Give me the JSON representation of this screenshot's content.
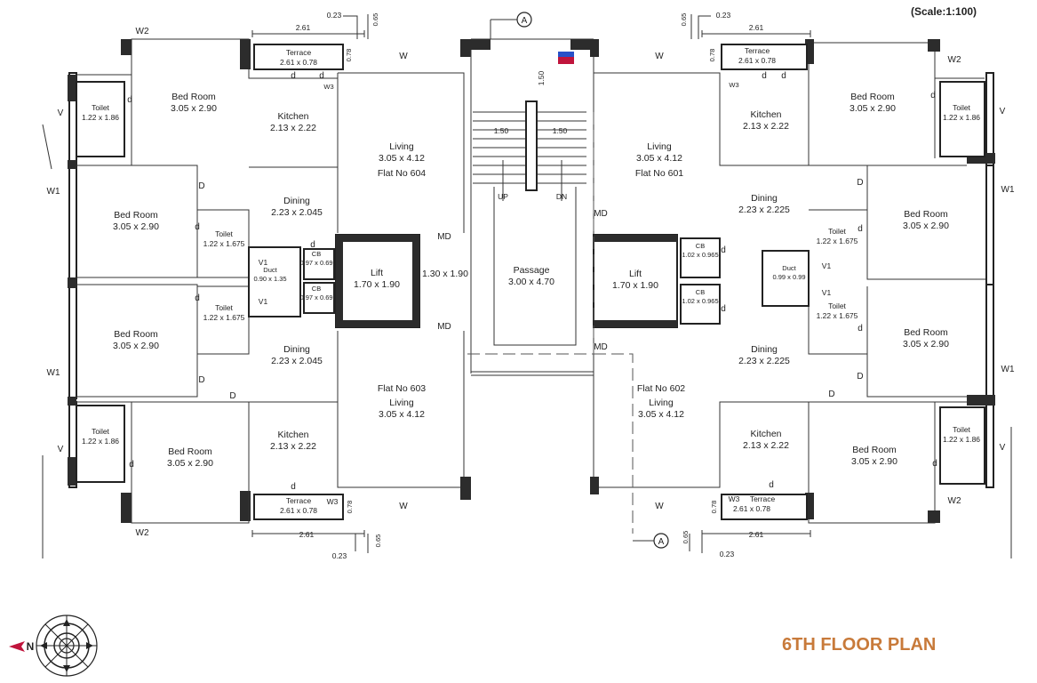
{
  "title": "6TH FLOOR PLAN",
  "scale": "(Scale:1:100)",
  "compass": {
    "label": "N"
  },
  "section_marker": "A",
  "colors": {
    "title": "#c87a3a",
    "wall": "#2c2c2c",
    "arrow": "#c0143c"
  },
  "rooms": [
    {
      "name": "Bed Room",
      "size": "3.05 x 2.90"
    },
    {
      "name": "Toilet",
      "size": "1.22 x 1.86"
    },
    {
      "name": "Kitchen",
      "size": "2.13 x 2.22"
    },
    {
      "name": "Terrace",
      "size": "2.61 x 0.78"
    },
    {
      "name": "Living",
      "size": "3.05 x 4.12"
    },
    {
      "name": "Dining",
      "size": "2.23 x 2.045"
    },
    {
      "name": "Dining",
      "size": "2.23 x 2.225"
    },
    {
      "name": "Toilet",
      "size": "1.22 x 1.675"
    },
    {
      "name": "Lift",
      "size": "1.70 x 1.90"
    },
    {
      "name": "Passage",
      "size": "3.00 x 4.70"
    },
    {
      "name": "Duct",
      "size": "0.90 x 1.35"
    },
    {
      "name": "Duct",
      "size": "0.99 x 0.99"
    },
    {
      "name": "CB",
      "size": "0.97 x 0.69"
    },
    {
      "name": "CB",
      "size": "1.02 x 0.965"
    }
  ],
  "flats": [
    "Flat No 601",
    "Flat No 602",
    "Flat No 603",
    "Flat No 604"
  ],
  "lobby": "1.30 x 1.90",
  "stairs": {
    "up": "UP",
    "down": "DN",
    "dim_a": "1.50",
    "dim_b": "1.50",
    "dim_c": "1.50"
  },
  "dims": {
    "terrace_width": "2.61",
    "offset": "0.23",
    "wall_a": "0.65",
    "wall_b": "0.78"
  },
  "tags": {
    "w": "W",
    "w1": "W1",
    "w2": "W2",
    "w3": "W3",
    "v": "V",
    "v1": "V1",
    "d": "d",
    "door": "D",
    "md": "MD"
  }
}
